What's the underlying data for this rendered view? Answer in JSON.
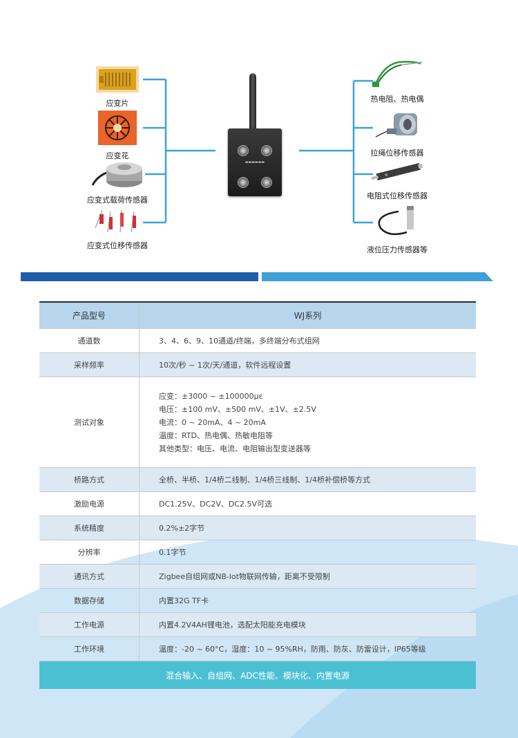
{
  "diagram": {
    "left_items": [
      {
        "label": "应变片",
        "icon": "strain-gauge-icon"
      },
      {
        "label": "应变花",
        "icon": "strain-rosette-icon"
      },
      {
        "label": "应变式载荷传感器",
        "icon": "load-cell-icon"
      },
      {
        "label": "应变式位移传感器",
        "icon": "displacement-probe-icon"
      }
    ],
    "right_items": [
      {
        "label": "热电阻、热电偶",
        "icon": "thermocouple-icon"
      },
      {
        "label": "拉绳位移传感器",
        "icon": "draw-wire-sensor-icon"
      },
      {
        "label": "电阻式位移传感器",
        "icon": "resistive-linear-sensor-icon"
      },
      {
        "label": "液位压力传感器等",
        "icon": "level-pressure-sensor-icon"
      }
    ],
    "device": {
      "icon": "data-logger-icon"
    },
    "line_color": "#3aa3d8"
  },
  "colors": {
    "band_dark": "#1d5ea8",
    "band_light": "#3ea0d6",
    "header_bg": "#b7d5ec",
    "alt_row_bg": "#dce9f4",
    "footer_bg": "#4cc0d3"
  },
  "table": {
    "header": {
      "label": "产品型号",
      "value": "WJ系列"
    },
    "rows": [
      {
        "label": "通道数",
        "value": "3、4、6、9、10通道/终端，多终端分布式组网"
      },
      {
        "label": "采样频率",
        "value": "10次/秒 ~ 1次/天/通道，软件远程设置"
      },
      {
        "label": "测试对象",
        "lines": [
          "应变：±3000 ~ ±100000με",
          "电压：±100 mV、±500 mV、±1V、±2.5V",
          "电流：0 ~ 20mA、4 ~ 20mA",
          "温度：RTD、热电偶、热敏电阻等",
          "其他类型：电压、电流、电阻输出型变送器等"
        ]
      },
      {
        "label": "桥路方式",
        "value": "全桥、半桥、1/4桥二线制、1/4桥三线制、1/4桥补偿桥等方式"
      },
      {
        "label": "激励电源",
        "value": "DC1.25V、DC2V、DC2.5V可选"
      },
      {
        "label": "系统精度",
        "value": "0.2%±2字节"
      },
      {
        "label": "分辨率",
        "value": "0.1字节"
      },
      {
        "label": "通讯方式",
        "value": "Zigbee自组网或NB-lot物联网传输，距离不受限制"
      },
      {
        "label": "数据存储",
        "value": "内置32G TF卡"
      },
      {
        "label": "工作电源",
        "value": "内置4.2V4AH锂电池，选配太阳能充电模块"
      },
      {
        "label": "工作环境",
        "value": "温度：-20 ~ 60°C，湿度：10 ~ 95%RH，防雨、防灰、防雷设计，IP65等级"
      }
    ],
    "footer": "混合输入、自组网、ADC性能、模块化、内置电源"
  }
}
